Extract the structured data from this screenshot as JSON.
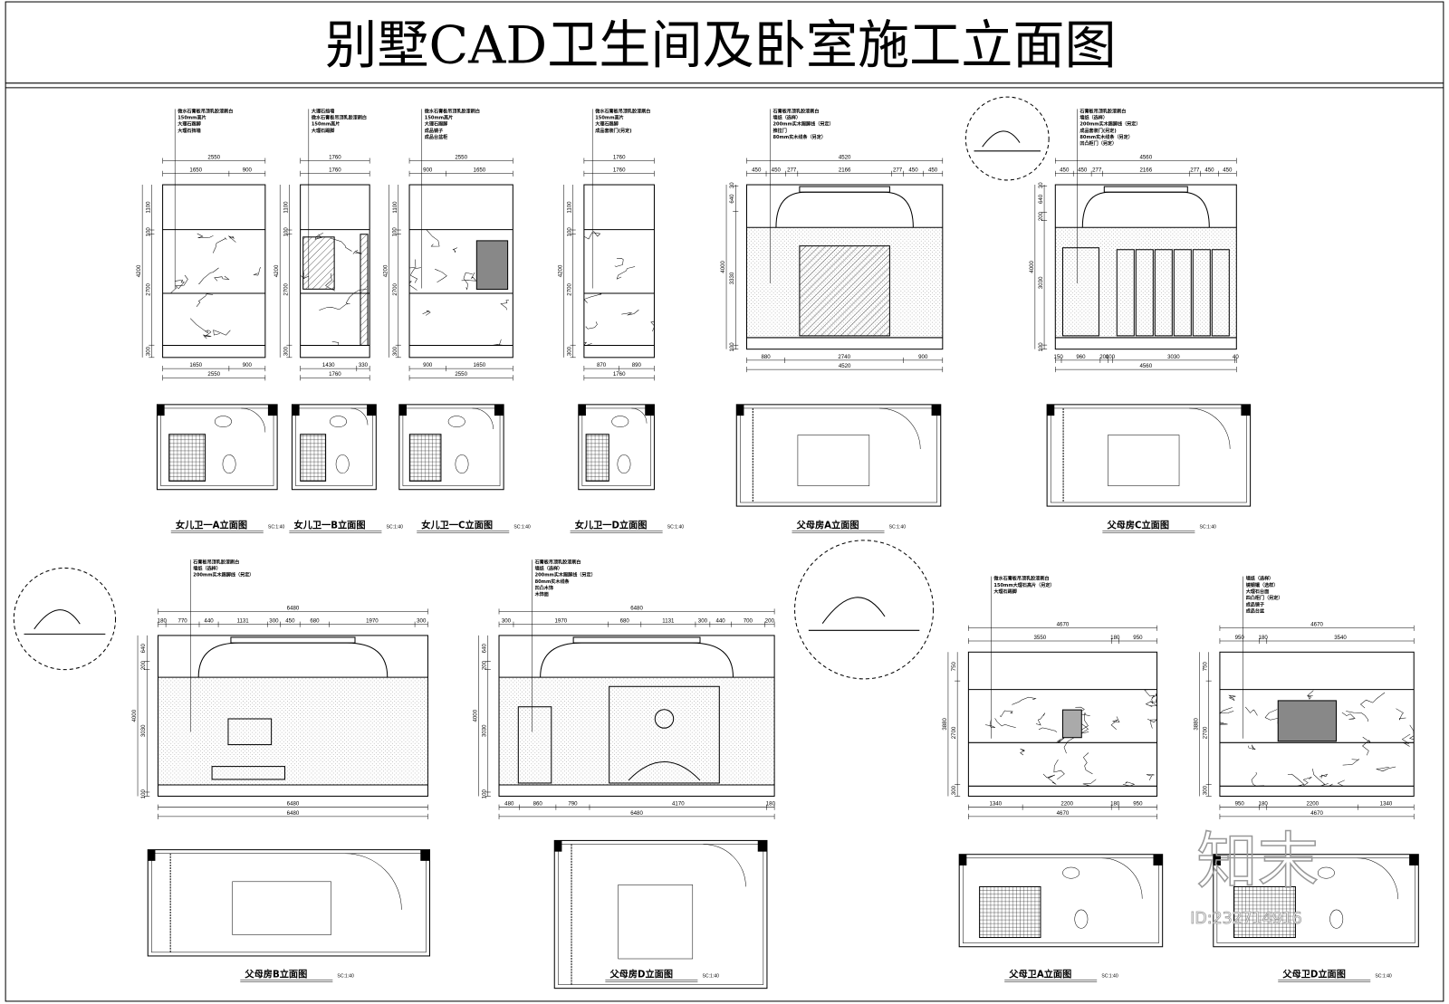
{
  "title": "别墅CAD卫生间及卧室施工立面图",
  "scale_label": "SC:1:40",
  "watermark": {
    "logo": "知末",
    "id": "ID:232714916"
  },
  "elevations": [
    {
      "caption": "女儿卫一A立面图",
      "finish": "marble",
      "top_dims": [
        [
          "2550"
        ],
        [
          "1650",
          "900"
        ]
      ],
      "bottom_dims": [
        [
          "1650",
          "900"
        ],
        [
          "2550"
        ]
      ],
      "left_dims": [
        "1100",
        "100",
        "2700",
        "300"
      ],
      "total_height": "4200",
      "notes": [
        "微水石膏板吊顶乳胶漆刷白",
        "150mm高片",
        "大理石踢脚",
        "大理石挡墙"
      ]
    },
    {
      "caption": "女儿卫一B立面图",
      "finish": "marble",
      "top_dims": [
        [
          "1760"
        ],
        [
          "1760"
        ]
      ],
      "bottom_dims": [
        [
          "1430",
          "330"
        ],
        [
          "1760"
        ]
      ],
      "left_dims": [
        "1100",
        "100",
        "2700",
        "300"
      ],
      "total_height": "4200",
      "notes": [
        "大理石挡墙",
        "微水石膏板吊顶乳胶漆刷白",
        "150mm高片",
        "大理石踢脚"
      ]
    },
    {
      "caption": "女儿卫一C立面图",
      "finish": "marble",
      "top_dims": [
        [
          "2550"
        ],
        [
          "900",
          "1650"
        ]
      ],
      "bottom_dims": [
        [
          "900",
          "1650"
        ],
        [
          "2550"
        ]
      ],
      "left_dims": [
        "1100",
        "100",
        "2700",
        "300"
      ],
      "total_height": "4200",
      "notes": [
        "微水石膏板吊顶乳胶漆刷白",
        "150mm高片",
        "大理石踢脚",
        "成品镜子",
        "成品台盆柜"
      ]
    },
    {
      "caption": "女儿卫一D立面图",
      "finish": "marble",
      "top_dims": [
        [
          "1760"
        ],
        [
          "1760"
        ]
      ],
      "bottom_dims": [
        [
          "870",
          "890"
        ],
        [
          "1760"
        ]
      ],
      "left_dims": [
        "1100",
        "100",
        "2700",
        "300"
      ],
      "total_height": "4200",
      "notes": [
        "微水石膏板吊顶乳胶漆刷白",
        "150mm高片",
        "大理石踢脚",
        "成品套装门(另定)"
      ]
    },
    {
      "caption": "父母房A立面图",
      "finish": "wallpaper",
      "top_dims": [
        [
          "4520"
        ],
        [
          "450",
          "450",
          "277",
          "2166",
          "277",
          "450",
          "450"
        ]
      ],
      "bottom_dims": [
        [
          "880",
          "2740",
          "900"
        ],
        [
          "4520"
        ]
      ],
      "left_dims": [
        "30",
        "640",
        "3330",
        "100"
      ],
      "total_height": "4000",
      "notes": [
        "石膏板吊顶乳胶漆刷白",
        "墙纸（选样）",
        "200mm实木踢脚线（另定）",
        "推拉门",
        "80mm实木线条（另定）"
      ]
    },
    {
      "caption": "父母房C立面图",
      "finish": "wallpaper",
      "top_dims": [
        [
          "4560"
        ],
        [
          "450",
          "450",
          "277",
          "2166",
          "277",
          "450",
          "450"
        ]
      ],
      "bottom_dims": [
        [
          "150",
          "960",
          "200",
          "100",
          "3030",
          "40"
        ],
        [
          "4560"
        ]
      ],
      "left_dims": [
        "30",
        "640",
        "200",
        "3030",
        "100"
      ],
      "total_height": "4000",
      "notes": [
        "石膏板吊顶乳胶漆刷白",
        "墙纸（选样）",
        "200mm实木踢脚线（另定）",
        "成品套装门(另定)",
        "80mm实木线条（另定）",
        "凹凸柜门（另定）"
      ]
    },
    {
      "caption": "父母房B立面图",
      "finish": "wallpaper",
      "top_dims": [
        [
          "6480"
        ],
        [
          "180",
          "770",
          "440",
          "1131",
          "300",
          "450",
          "680",
          "1970",
          "300"
        ]
      ],
      "bottom_dims": [
        [
          "6480"
        ],
        [
          "6480"
        ]
      ],
      "left_dims": [
        "640",
        "200",
        "3030",
        "100"
      ],
      "total_height": "4000",
      "notes": [
        "石膏板吊顶乳胶漆刷白",
        "墙纸（选样）",
        "200mm实木踢脚线（另定）"
      ]
    },
    {
      "caption": "父母房D立面图",
      "finish": "wallpaper",
      "top_dims": [
        [
          "6480"
        ],
        [
          "300",
          "1970",
          "680",
          "1131",
          "300",
          "440",
          "700",
          "200"
        ]
      ],
      "bottom_dims": [
        [
          "480",
          "860",
          "790",
          "4170",
          "180"
        ],
        [
          "6480"
        ]
      ],
      "left_dims": [
        "640",
        "200",
        "3030",
        "100"
      ],
      "total_height": "4000",
      "notes": [
        "石膏板吊顶乳胶漆刷白",
        "墙纸（选样）",
        "200mm实木踢脚线（另定）",
        "80mm实木线条",
        "凹凸木饰",
        "木饰面"
      ]
    },
    {
      "caption": "父母卫A立面图",
      "finish": "marble",
      "top_dims": [
        [
          "4670"
        ],
        [
          "3550",
          "180",
          "950"
        ]
      ],
      "bottom_dims": [
        [
          "1340",
          "2200",
          "180",
          "950"
        ],
        [
          "4670"
        ]
      ],
      "left_dims": [
        "750",
        "2700",
        "300"
      ],
      "total_height": "3880",
      "notes": [
        "微水石膏板吊顶乳胶漆刷白",
        "150mm大理石高片（另定）",
        "大理石踢脚"
      ]
    },
    {
      "caption": "父母卫D立面图",
      "finish": "marble",
      "top_dims": [
        [
          "4670"
        ],
        [
          "950",
          "180",
          "3540"
        ]
      ],
      "bottom_dims": [
        [
          "950",
          "180",
          "2200",
          "1340"
        ],
        [
          "4670"
        ]
      ],
      "left_dims": [
        "750",
        "2700",
        "300"
      ],
      "total_height": "3880",
      "notes": [
        "墙纸（选样）",
        "镜钢镶（选样）",
        "大理石台面",
        "四凸柜门（另定）",
        "成品镜子",
        "成品台盆"
      ]
    }
  ]
}
